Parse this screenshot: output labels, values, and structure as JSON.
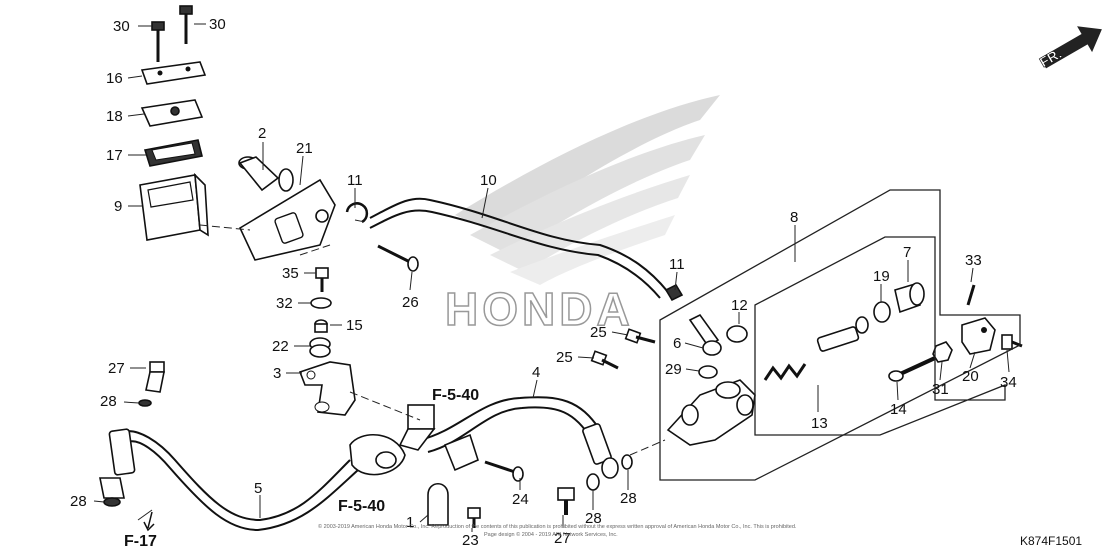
{
  "diagram": {
    "code": "K874F1501",
    "direction_label": "FR.",
    "watermark_text": "HONDA",
    "copyright_line1": "© 2003-2019 American Honda Motor Co., Inc. Reproduction of the contents of this publication is prohibited without the express written approval of American Honda Motor Co., Inc. This is prohibited.",
    "copyright_line2": "Page design © 2004 - 2019 ARI Network Services, Inc.",
    "references": {
      "f540_top": "F-5-40",
      "f540_bottom": "F-5-40",
      "f17": "F-17"
    },
    "part_labels": {
      "p30a": "30",
      "p30b": "30",
      "p16": "16",
      "p18": "18",
      "p17": "17",
      "p9": "9",
      "p2": "2",
      "p21": "21",
      "p11a": "11",
      "p10": "10",
      "p11b": "11",
      "p8": "8",
      "p7": "7",
      "p19": "19",
      "p12": "12",
      "p33": "33",
      "p35": "35",
      "p26": "26",
      "p32": "32",
      "p15": "15",
      "p22": "22",
      "p25a": "25",
      "p25b": "25",
      "p6": "6",
      "p29": "29",
      "p27a": "27",
      "p3": "3",
      "p4": "4",
      "p28a": "28",
      "p13": "13",
      "p14": "14",
      "p31": "31",
      "p20": "20",
      "p34": "34",
      "p5": "5",
      "p28b": "28",
      "p24": "24",
      "p28c": "28",
      "p28d": "28",
      "p1": "1",
      "p23": "23",
      "p27b": "27"
    }
  }
}
